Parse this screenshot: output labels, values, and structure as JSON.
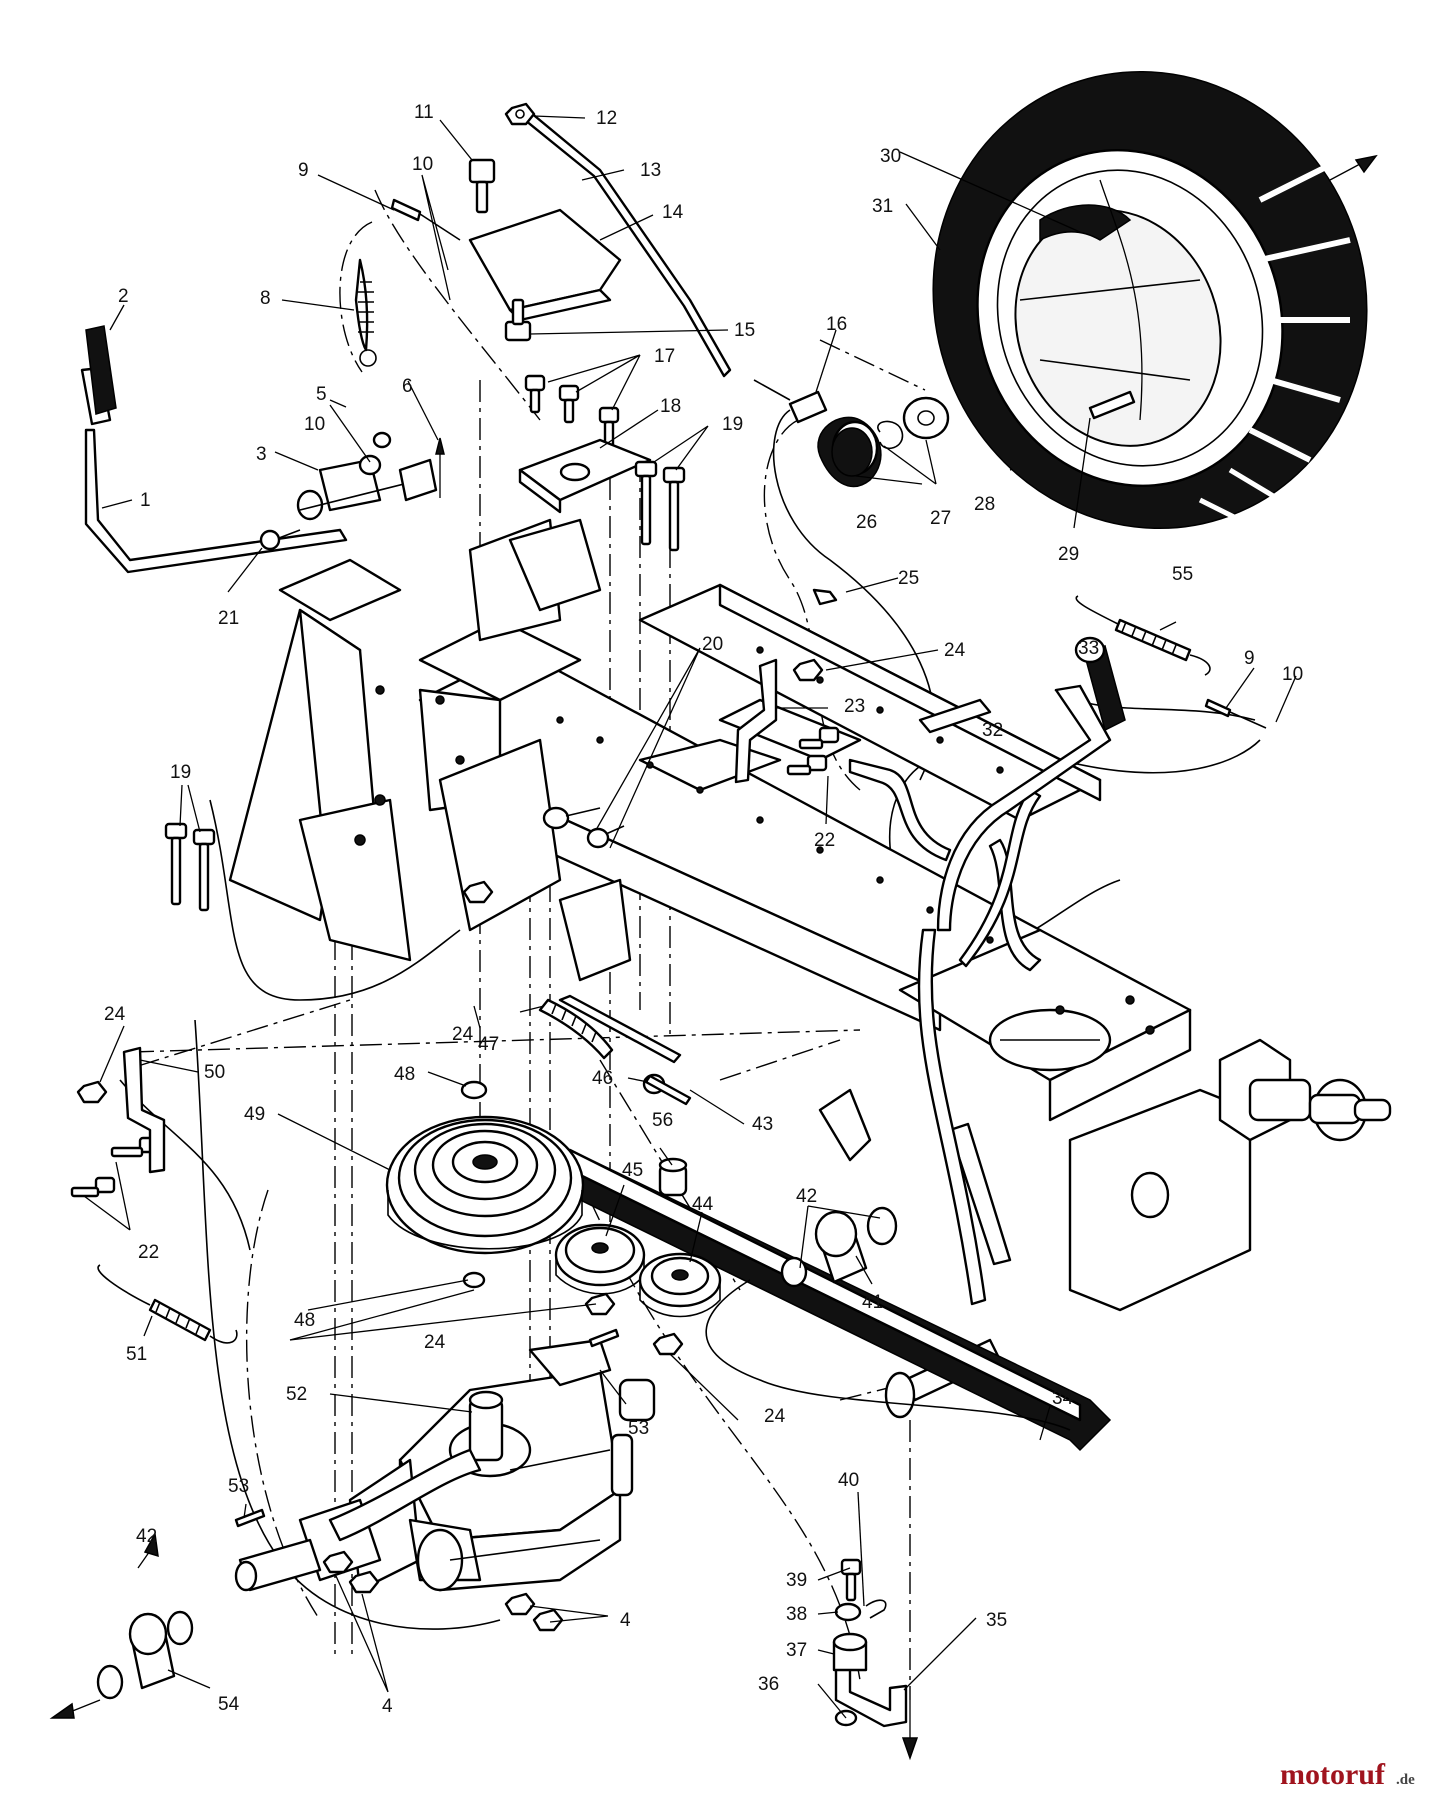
{
  "part_labels": [
    "1",
    "2",
    "3",
    "4",
    "5",
    "6",
    "8",
    "9",
    "10",
    "11",
    "12",
    "13",
    "14",
    "15",
    "16",
    "17",
    "18",
    "19",
    "20",
    "21",
    "22",
    "23",
    "24",
    "25",
    "26",
    "27",
    "28",
    "29",
    "30",
    "31",
    "32",
    "33",
    "34",
    "35",
    "36",
    "37",
    "38",
    "39",
    "40",
    "41",
    "42",
    "43",
    "44",
    "45",
    "46",
    "47",
    "48",
    "49",
    "50",
    "51",
    "52",
    "53",
    "54",
    "55",
    "56"
  ],
  "watermark": {
    "brand": "motoruf",
    "suffix": ".de",
    "brand_color": "#a0141e"
  }
}
